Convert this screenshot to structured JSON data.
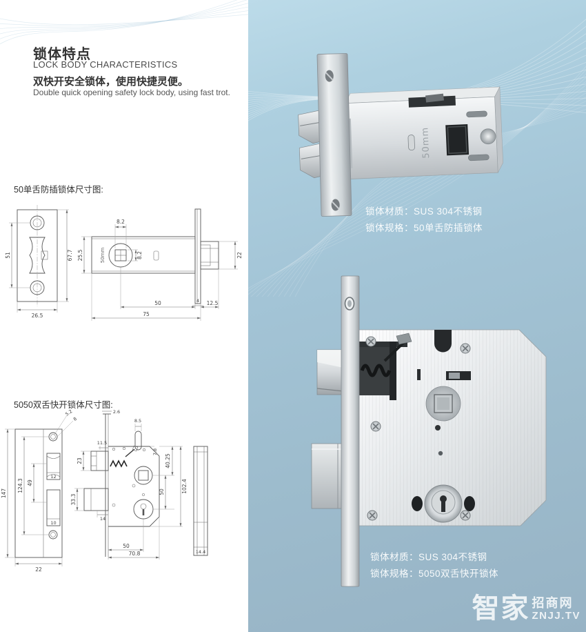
{
  "header": {
    "title_zh": "锁体特点",
    "title_en": "LOCK BODY CHARACTERISTICS",
    "subtitle_zh": "双快开安全锁体，使用快捷灵便。",
    "subtitle_en": "Double quick opening safety lock body, using fast trot."
  },
  "drawing1": {
    "label": "50单舌防插锁体尺寸图:",
    "dims": {
      "plate_span": "51",
      "plate_height": "67.7",
      "plate_width": "26.5",
      "body_width": "25.5",
      "stamp": "50mm",
      "square_w": "8.2",
      "square_h": "8.2",
      "latch_height": "22",
      "face_gap": "4",
      "backset": "50",
      "latch_proj": "12.5",
      "body_length": "75"
    }
  },
  "drawing2": {
    "label": "5050双舌快开锁体尺寸图:",
    "dims": {
      "hole_dia": "5.2",
      "head_dia": "8",
      "plate_height": "147",
      "hole_span": "124.3",
      "window_span": "49",
      "latch_window": "12",
      "bolt_window": "10",
      "plate_width": "22",
      "face_thickness": "2.6",
      "latch_offset": "11.5",
      "latch_height": "23",
      "bolt_height": "33.3",
      "bolt_sub": "14",
      "top_slot": "8.5",
      "chamfer": "7.8",
      "hub_offset": "40.25",
      "hub_to_cyl": "50",
      "body_height": "102.4",
      "backset": "50",
      "body_length": "70.8",
      "side_width": "14.4"
    }
  },
  "photo1": {
    "stamp": "50mm",
    "caption": {
      "material": "锁体材质：SUS 304不锈钢",
      "spec": "锁体规格：50单舌防插锁体"
    }
  },
  "photo2": {
    "caption": {
      "material": "锁体材质：SUS 304不锈钢",
      "spec": "锁体规格：5050双舌快开锁体"
    }
  },
  "watermark": {
    "zh_main": "智家",
    "zh_sub": "招商网",
    "domain": "ZNJJ.TV"
  },
  "colors": {
    "panel_top": "#b6d6e4",
    "panel_mid": "#a3c4d6",
    "panel_bottom": "#97b3c5",
    "steel_light": "#f2f4f5",
    "steel_dark": "#9aa1a6",
    "line": "#666666",
    "text_dark": "#333333",
    "caption": "#ffffff"
  }
}
